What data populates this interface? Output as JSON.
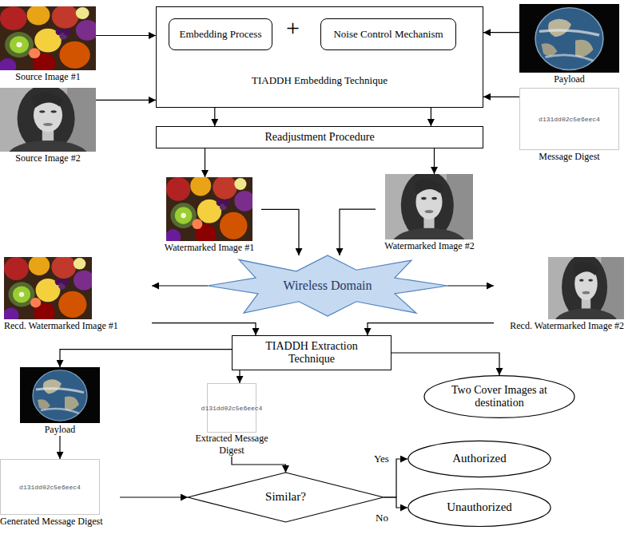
{
  "diagram": {
    "nodes": [
      {
        "text": [
          "Source Image #1"
        ]
      },
      {
        "text": [
          "TIADDH Embedding Technique"
        ]
      },
      {
        "text": [
          "Embedding Process"
        ],
        "in": 1
      },
      {
        "text": [
          "Noise Control Mechanism"
        ],
        "in": 1
      },
      {
        "text": [
          "Payload"
        ]
      },
      {
        "text": [
          "Source Image #2"
        ]
      },
      {
        "text": [
          "d131dd02c5e6eec4",
          "Message Digest"
        ]
      },
      {
        "text": [
          "Readjustment Procedure"
        ]
      },
      {
        "text": [
          "Watermarked Image #1"
        ]
      },
      {
        "text": [
          "Watermarked Image #2"
        ]
      },
      {
        "text": [
          "Wireless Domain"
        ]
      },
      {
        "text": [
          "Recd. Watermarked Image #1"
        ]
      },
      {
        "text": [
          "Recd. Watermarked Image #2"
        ]
      },
      {
        "text": [
          "TIADDH Extraction Technique"
        ]
      },
      {
        "text": [
          "Payload"
        ]
      },
      {
        "text": [
          "d131dd02c5e6eec4",
          "Extracted Message Digest"
        ]
      },
      {
        "text": [
          "Two Cover Images at destination"
        ]
      },
      {
        "text": [
          "d131dd02c5e6eec4",
          "Generated Message Digest"
        ]
      },
      {
        "text": [
          "Similar?"
        ]
      },
      {
        "text": [
          "Authorized"
        ]
      },
      {
        "text": [
          "Unauthorized"
        ]
      }
    ],
    "edges": [
      {
        "from": 0,
        "to": 1,
        "arrow": "to"
      },
      {
        "from": 5,
        "to": 1,
        "arrow": "to"
      },
      {
        "from": 4,
        "to": 1,
        "arrow": "to"
      },
      {
        "from": 6,
        "to": 1,
        "arrow": "to"
      },
      {
        "from": 1,
        "to": 7,
        "arrow": "to"
      },
      {
        "from": 1,
        "to": 7,
        "arrow": "to"
      },
      {
        "from": 7,
        "to": 8,
        "arrow": "to"
      },
      {
        "from": 7,
        "to": 9,
        "arrow": "to"
      },
      {
        "from": 8,
        "to": 10,
        "arrow": "to"
      },
      {
        "from": 9,
        "to": 10,
        "arrow": "to"
      },
      {
        "from": 10,
        "to": 11,
        "arrow": "to"
      },
      {
        "from": 10,
        "to": 12,
        "arrow": "to"
      },
      {
        "from": 11,
        "to": 13,
        "arrow": "to"
      },
      {
        "from": 12,
        "to": 13,
        "arrow": "to"
      },
      {
        "from": 13,
        "to": 14,
        "arrow": "to"
      },
      {
        "from": 13,
        "to": 15,
        "arrow": "to"
      },
      {
        "from": 13,
        "to": 16,
        "arrow": "to"
      },
      {
        "from": 14,
        "to": 17,
        "arrow": "to"
      },
      {
        "from": 15,
        "to": 18,
        "arrow": "to"
      },
      {
        "from": 17,
        "to": 18,
        "arrow": "to"
      },
      {
        "from": 18,
        "to": 19,
        "label": "Yes",
        "arrow": "to"
      },
      {
        "from": 18,
        "to": 20,
        "label": "No",
        "arrow": "to"
      }
    ],
    "labels": [
      "+"
    ]
  }
}
